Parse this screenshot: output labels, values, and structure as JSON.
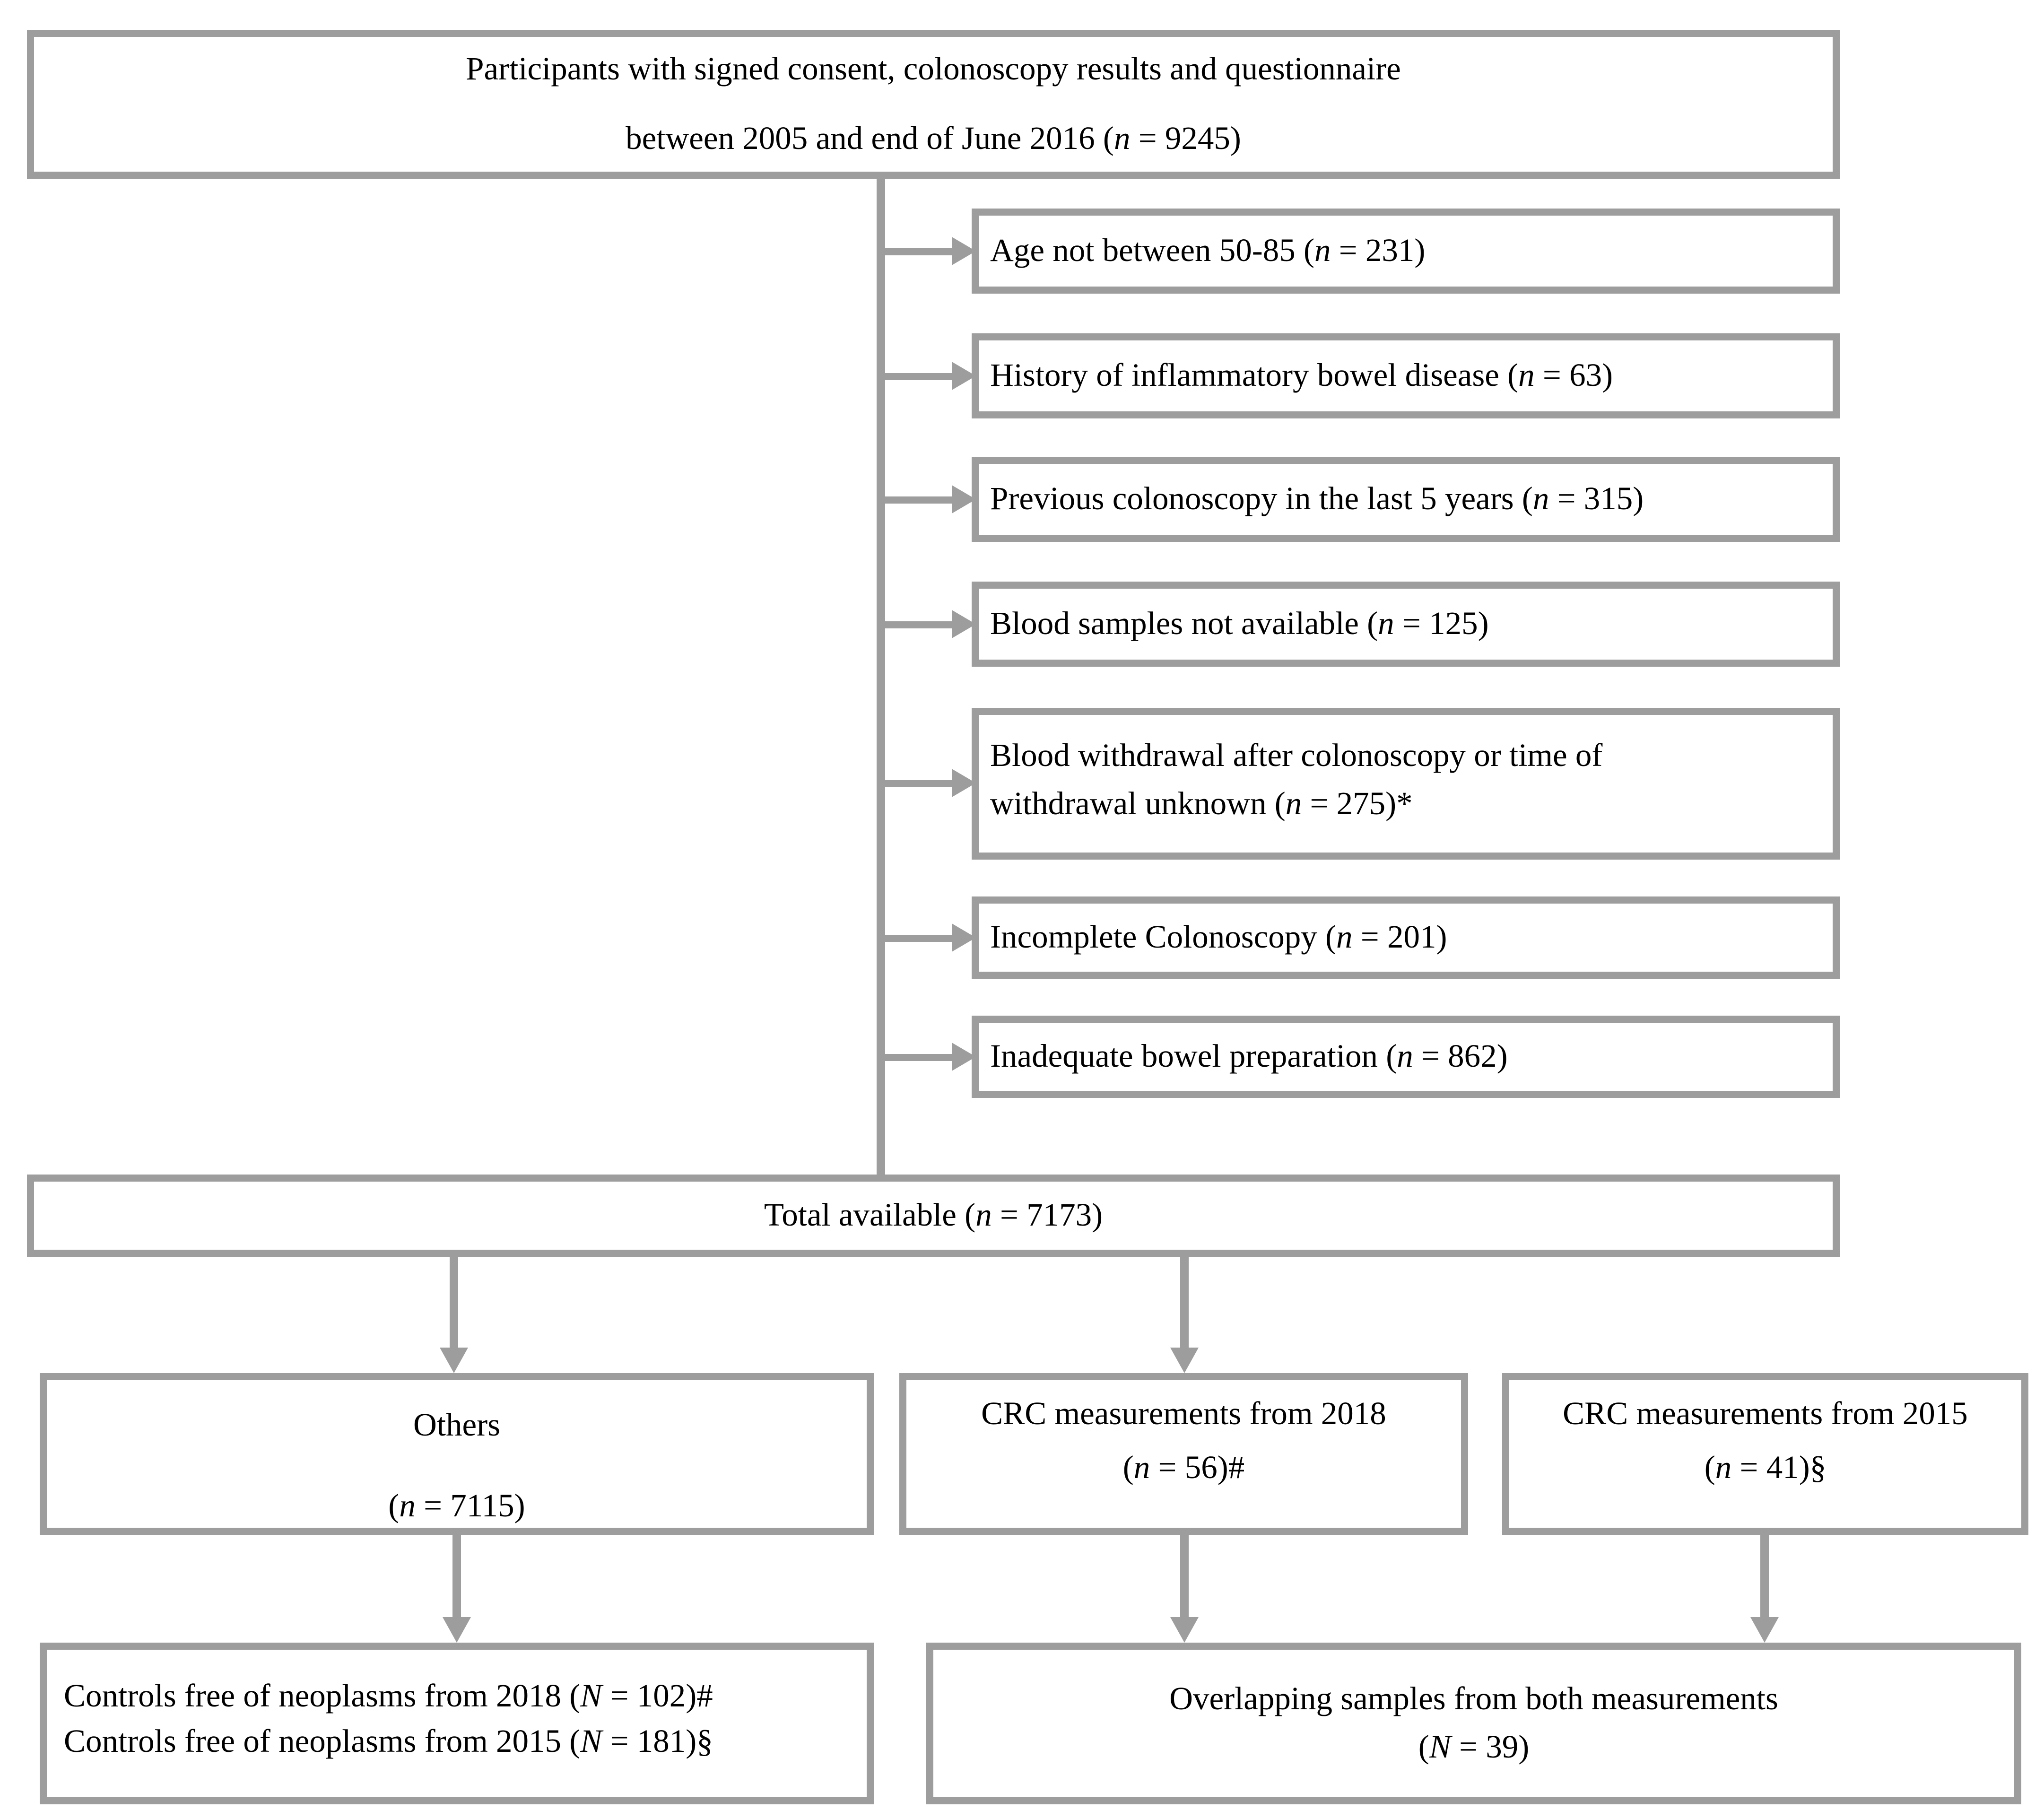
{
  "colors": {
    "box_border": "#9d9d9d",
    "arrow": "#9d9d9d",
    "text": "#000000",
    "background": "#ffffff"
  },
  "top_box": {
    "line1": "Participants with signed consent, colonoscopy results and questionnaire",
    "line2_pre": "between 2005 and end of June 2016 (",
    "line2_var": "n",
    "line2_post": " = 9245)"
  },
  "exclusions": [
    {
      "pre": "Age not between 50-85 (",
      "var": "n",
      "post": " = 231)"
    },
    {
      "pre": "History of inflammatory bowel disease (",
      "var": "n",
      "post": " = 63)"
    },
    {
      "pre": "Previous colonoscopy in the last 5 years (",
      "var": "n",
      "post": " = 315)"
    },
    {
      "pre": "Blood samples not available (",
      "var": "n",
      "post": " = 125)"
    },
    {
      "pre": "Blood withdrawal after colonoscopy or time of\nwithdrawal unknown (",
      "var": "n",
      "post": " = 275)*"
    },
    {
      "pre": "Incomplete Colonoscopy (",
      "var": "n",
      "post": " = 201)"
    },
    {
      "pre": "Inadequate bowel preparation (",
      "var": "n",
      "post": " = 862)"
    }
  ],
  "total_box": {
    "pre": "Total available (",
    "var": "n",
    "post": " = 7173)"
  },
  "branches": {
    "others": {
      "line1": "Others",
      "line2_pre": "(",
      "line2_var": "n",
      "line2_post": " = 7115)"
    },
    "crc2018": {
      "line1": "CRC measurements from 2018",
      "line2_pre": "(",
      "line2_var": "n",
      "line2_post": " = 56)#"
    },
    "crc2015": {
      "line1": "CRC measurements from 2015",
      "line2_pre": "(",
      "line2_var": "n",
      "line2_post": " = 41)§"
    }
  },
  "bottom": {
    "controls": {
      "line1_pre": "Controls free of neoplasms from 2018 (",
      "line1_var": "N",
      "line1_post": " = 102)#",
      "line2_pre": "Controls free of neoplasms from 2015 (",
      "line2_var": "N",
      "line2_post": " = 181)§"
    },
    "overlap": {
      "line1": "Overlapping samples from both measurements",
      "line2_pre": "(",
      "line2_var": "N",
      "line2_post": " = 39)"
    }
  }
}
